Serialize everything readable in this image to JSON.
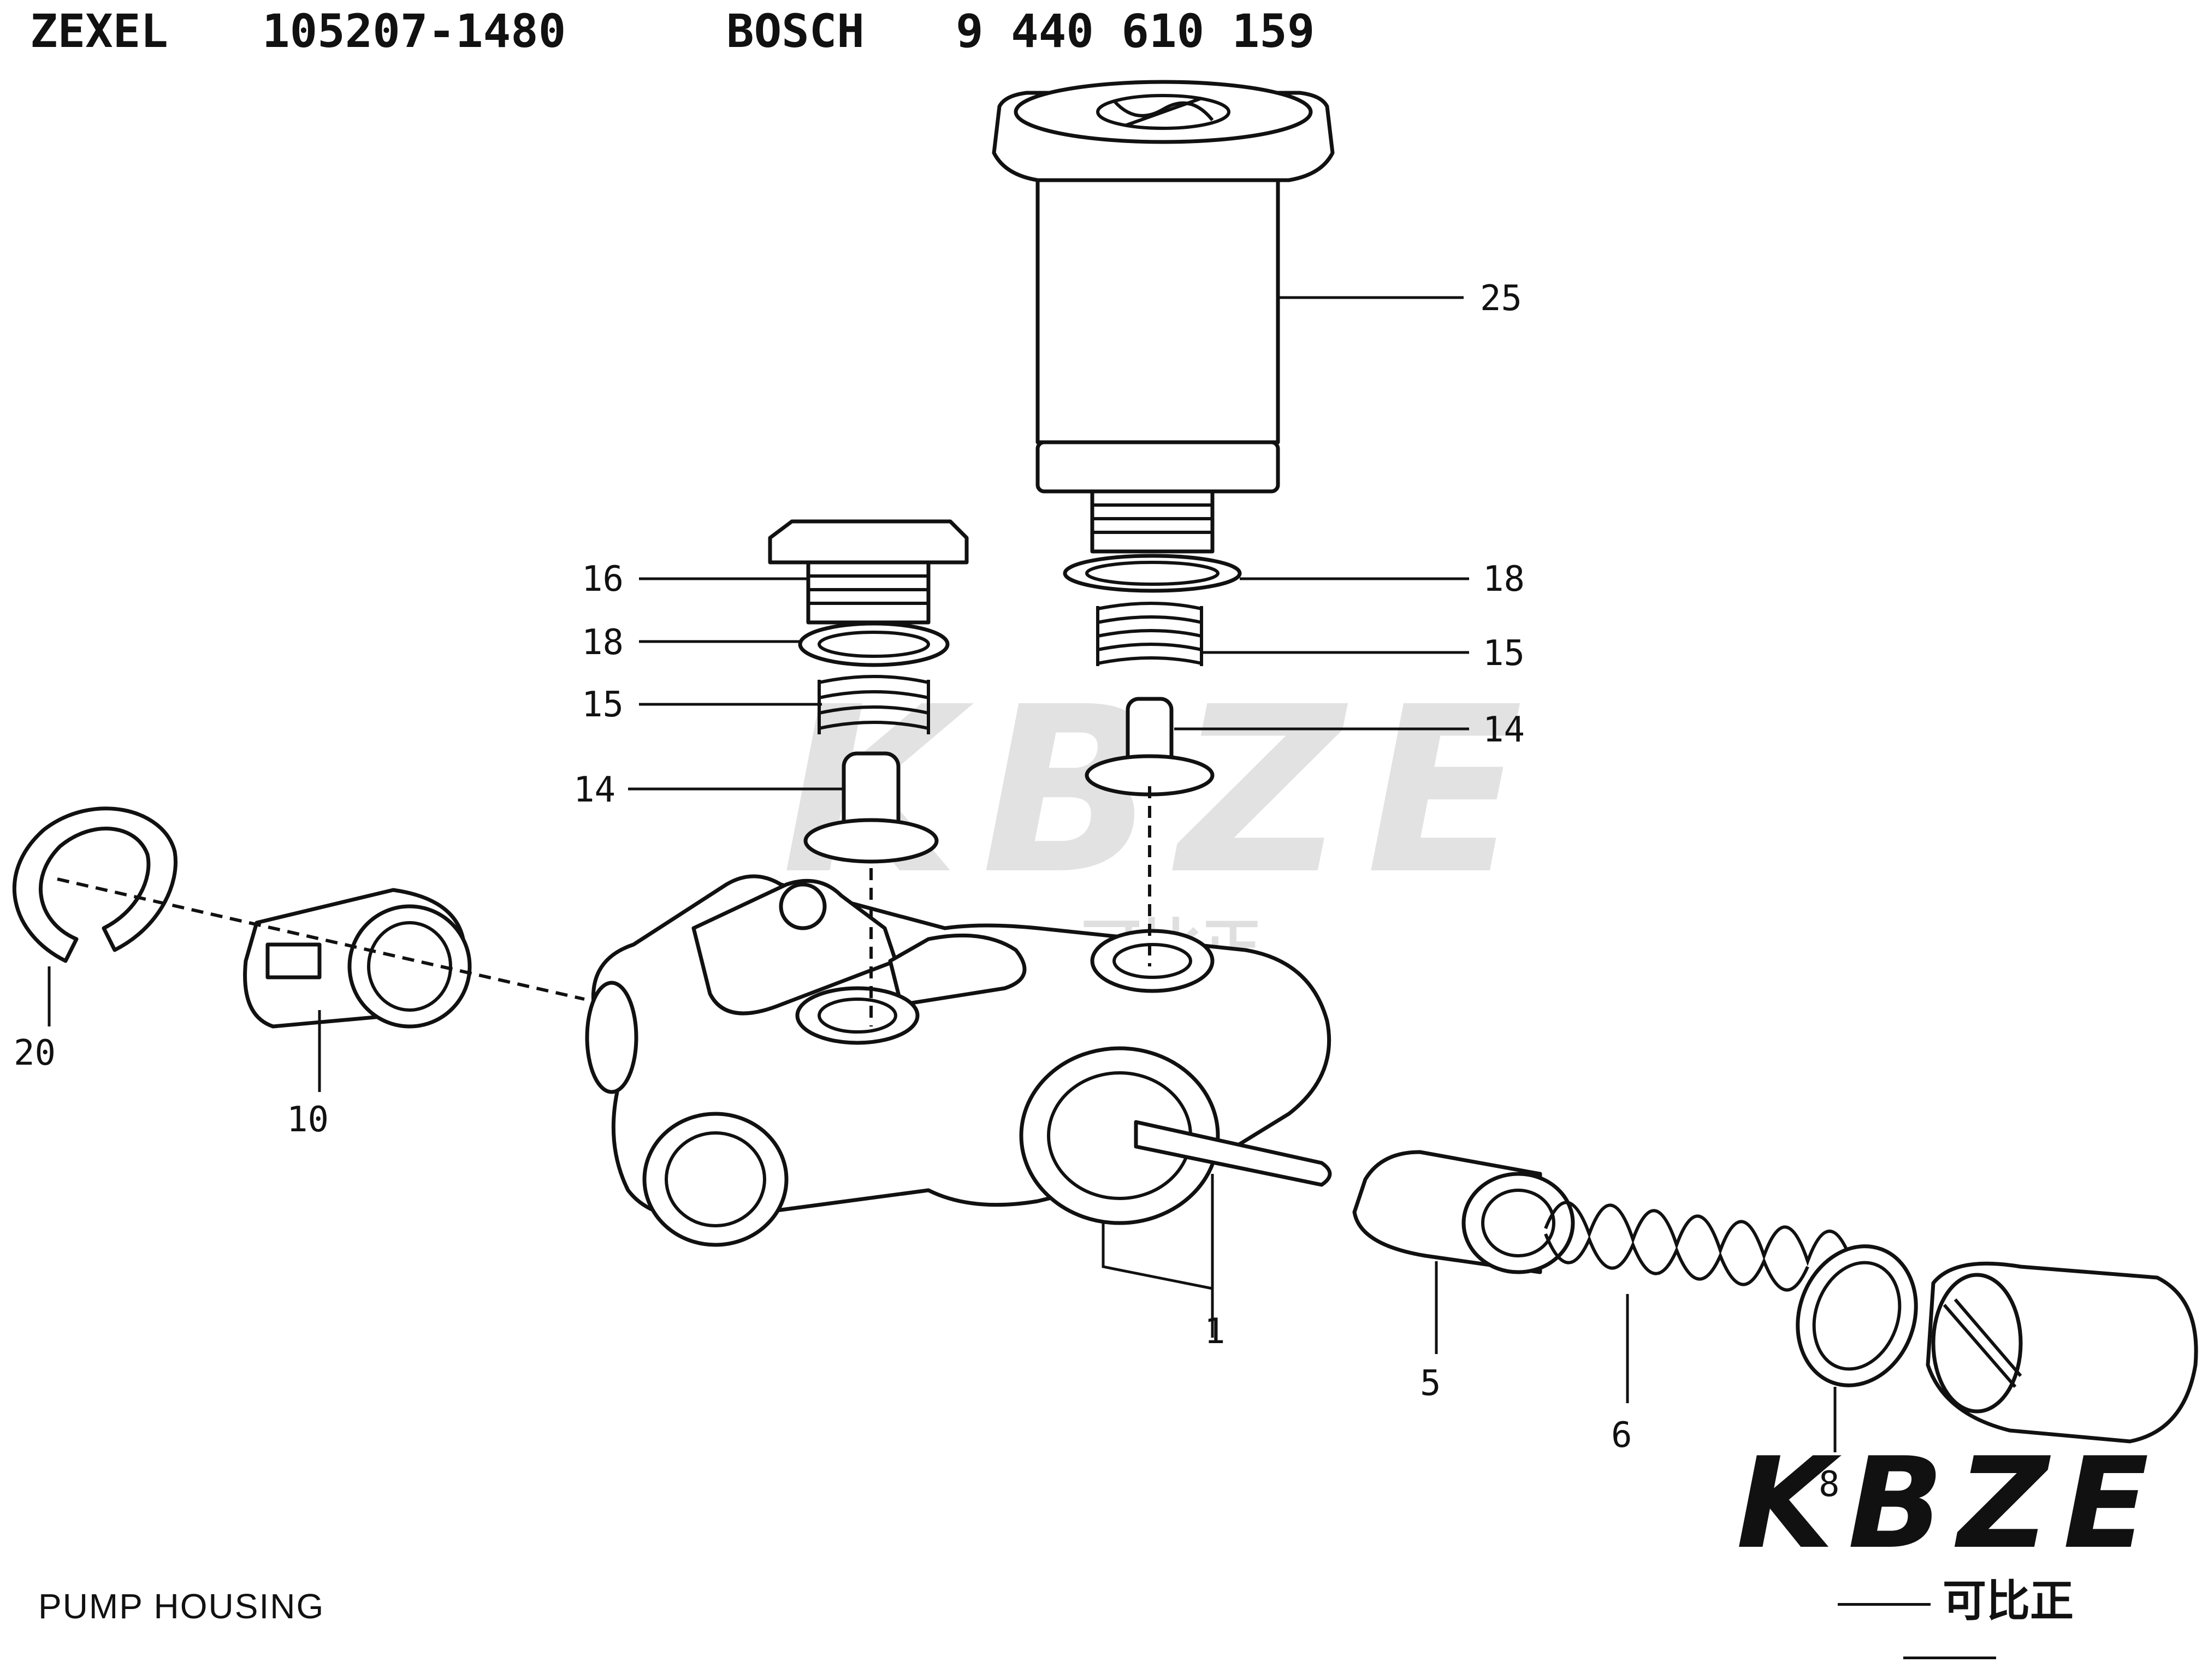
{
  "header": {
    "brand1": "ZEXEL",
    "part_no1": "105207-1480",
    "brand2": "BOSCH",
    "part_no2": "9 440 610 159"
  },
  "caption": "PUMP HOUSING",
  "callouts": [
    "25",
    "16",
    "18",
    "15",
    "14",
    "18",
    "15",
    "14",
    "20",
    "10",
    "1",
    "5",
    "6",
    "8"
  ],
  "watermark": {
    "brand": "KBZE",
    "chinese": "可比正"
  },
  "logo": {
    "brand": "KBZE",
    "chinese": "可比正"
  }
}
